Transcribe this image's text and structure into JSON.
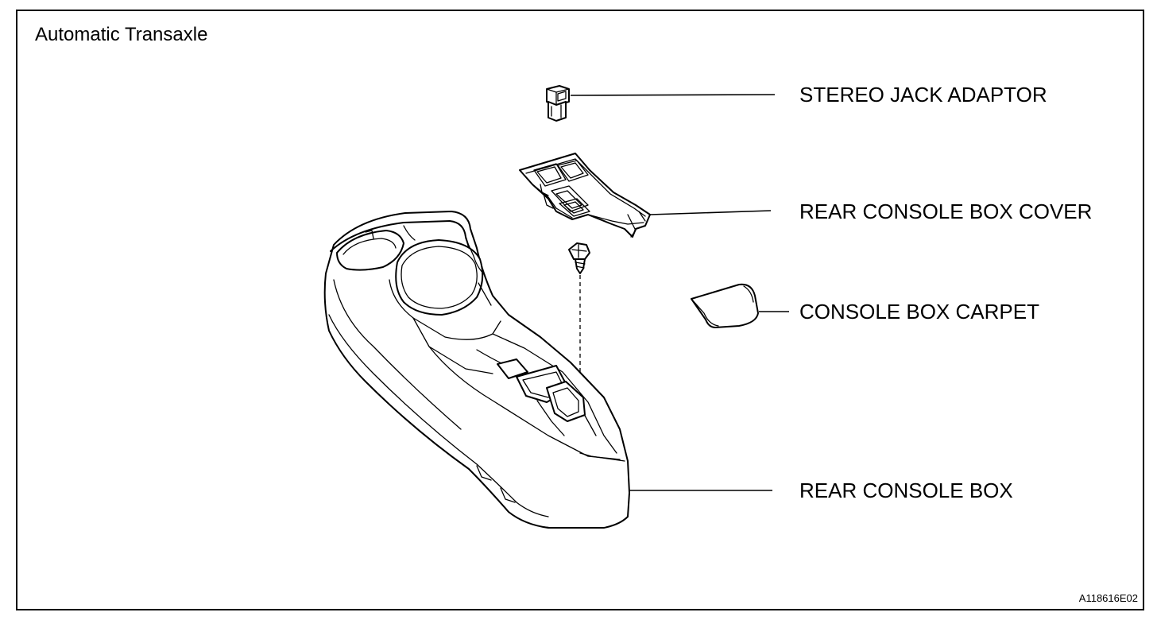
{
  "diagram": {
    "title": "Automatic Transaxle",
    "figure_id": "A118616E02",
    "parts": [
      {
        "id": "stereo-jack-adaptor",
        "label": "STEREO JACK ADAPTOR"
      },
      {
        "id": "rear-console-box-cover",
        "label": "REAR CONSOLE BOX COVER"
      },
      {
        "id": "console-box-carpet",
        "label": "CONSOLE BOX CARPET"
      },
      {
        "id": "rear-console-box",
        "label": "REAR CONSOLE BOX"
      }
    ]
  }
}
